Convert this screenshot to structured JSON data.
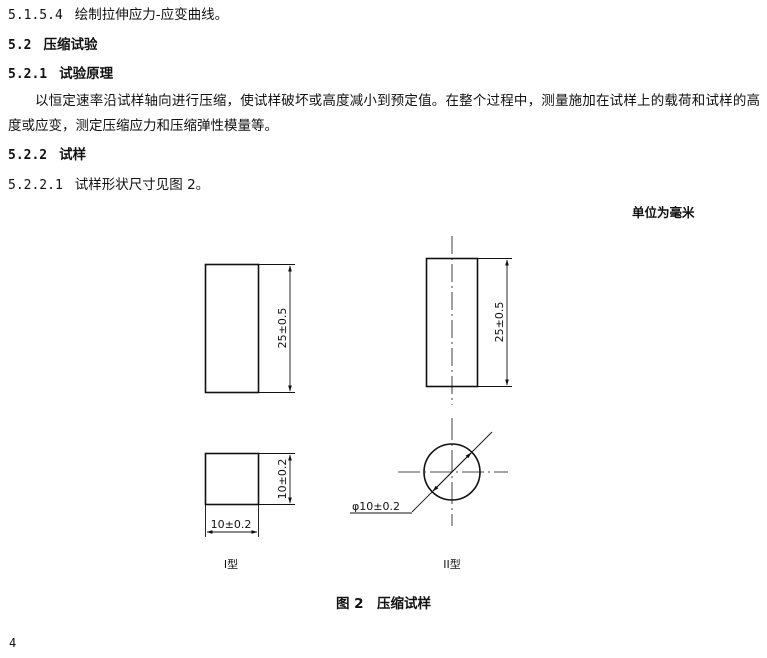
{
  "sections": {
    "s5154": {
      "number": "5.1.5.4",
      "title": "绘制拉伸应力-应变曲线。"
    },
    "s52": {
      "number": "5.2",
      "title": "压缩试验"
    },
    "s521": {
      "number": "5.2.1",
      "title": "试验原理"
    },
    "s521_body": "以恒定速率沿试样轴向进行压缩，使试样破坏或高度减小到预定值。在整个过程中，测量施加在试样上的载荷和试样的高度或应变，测定压缩应力和压缩弹性模量等。",
    "s522": {
      "number": "5.2.2",
      "title": "试样"
    },
    "s5221": {
      "number": "5.2.2.1",
      "title": "试样形状尺寸见图 2。"
    }
  },
  "figure": {
    "unit_note": "单位为毫米",
    "type1_height_dim": "25±0.5",
    "type2_height_dim": "25±0.5",
    "type1_small_height_dim": "10±0.2",
    "type1_width_dim": "10±0.2",
    "type2_diameter_dim": "φ10±0.2",
    "type1_label": "I型",
    "type2_label": "II型",
    "caption": "图 2　压缩试样"
  },
  "page_number": "4"
}
